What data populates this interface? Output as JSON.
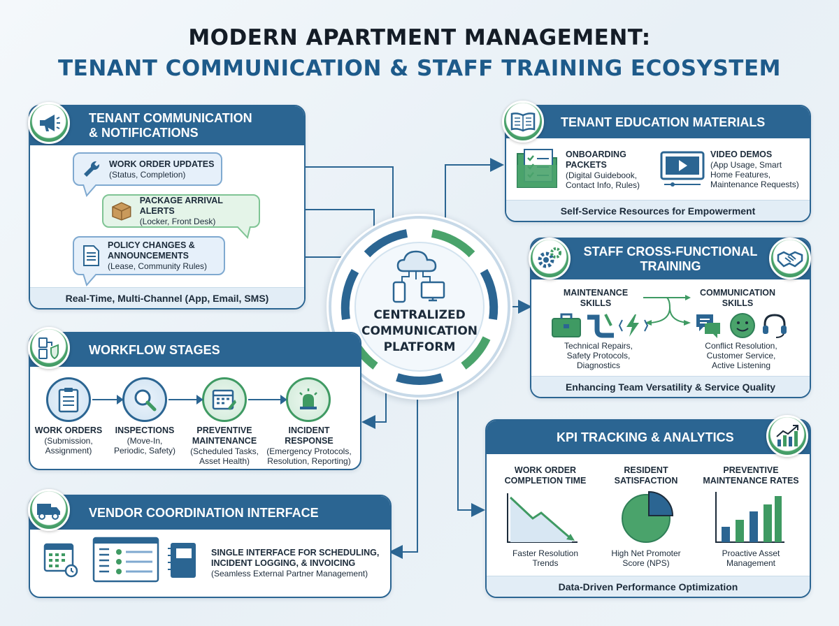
{
  "title": {
    "line1": "MODERN APARTMENT MANAGEMENT:",
    "line2": "TENANT COMMUNICATION & STAFF TRAINING ECOSYSTEM"
  },
  "center": {
    "line1": "CENTRALIZED",
    "line2": "COMMUNICATION",
    "line3": "PLATFORM",
    "icon": "cloud-devices-icon"
  },
  "tenant_comm": {
    "title_line1": "TENANT COMMUNICATION",
    "title_line2": "& NOTIFICATIONS",
    "icon": "megaphone-icon",
    "items": [
      {
        "label": "WORK ORDER UPDATES",
        "sub": "(Status, Completion)",
        "icon": "wrench-icon"
      },
      {
        "label": "PACKAGE ARRIVAL ALERTS",
        "sub": "(Locker, Front Desk)",
        "icon": "package-icon"
      },
      {
        "label_line1": "POLICY CHANGES &",
        "label_line2": "ANNOUNCEMENTS",
        "sub": "(Lease, Community Rules)",
        "icon": "document-icon"
      }
    ],
    "footer": "Real-Time, Multi-Channel (App, Email, SMS)"
  },
  "workflow": {
    "title": "WORKFLOW STAGES",
    "icon": "workflow-icon",
    "stages": [
      {
        "label_line1": "WORK ORDERS",
        "sub_line1": "(Submission,",
        "sub_line2": "Assignment)",
        "icon": "clipboard-icon"
      },
      {
        "label_line1": "INSPECTIONS",
        "sub_line1": "(Move-In,",
        "sub_line2": "Periodic, Safety)",
        "icon": "magnifier-icon"
      },
      {
        "label_line1": "PREVENTIVE",
        "label_line2": "MAINTENANCE",
        "sub_line1": "(Scheduled Tasks,",
        "sub_line2": "Asset Health)",
        "icon": "calendar-wrench-icon"
      },
      {
        "label_line1": "INCIDENT",
        "label_line2": "RESPONSE",
        "sub_line1": "(Emergency Protocols,",
        "sub_line2": "Resolution, Reporting)",
        "icon": "siren-icon"
      }
    ]
  },
  "vendor": {
    "title": "VENDOR COORDINATION INTERFACE",
    "icon": "truck-icon",
    "line1": "SINGLE INTERFACE FOR SCHEDULING,",
    "line2": "INCIDENT LOGGING, & INVOICING",
    "line3": "(Seamless External Partner Management)"
  },
  "education": {
    "title": "TENANT EDUCATION MATERIALS",
    "icon": "book-icon",
    "onboarding": {
      "label_line1": "ONBOARDING",
      "label_line2": "PACKETS",
      "sub_line1": "(Digital Guidebook,",
      "sub_line2": "Contact Info, Rules)"
    },
    "video": {
      "label": "VIDEO DEMOS",
      "sub_line1": "(App Usage, Smart",
      "sub_line2": "Home Features,",
      "sub_line3": "Maintenance Requests)"
    },
    "footer": "Self-Service Resources for Empowerment"
  },
  "training": {
    "title_line1": "STAFF CROSS-FUNCTIONAL",
    "title_line2": "TRAINING",
    "icon_left": "gears-icon",
    "icon_right": "handshake-icon",
    "maintenance": {
      "label_line1": "MAINTENANCE",
      "label_line2": "SKILLS",
      "sub_line1": "Technical Repairs,",
      "sub_line2": "Safety Protocols,",
      "sub_line3": "Diagnostics"
    },
    "communication": {
      "label_line1": "COMMUNICATION",
      "label_line2": "SKILLS",
      "sub_line1": "Conflict Resolution,",
      "sub_line2": "Customer Service,",
      "sub_line3": "Active Listening"
    },
    "footer": "Enhancing Team Versatility & Service Quality"
  },
  "kpi": {
    "title": "KPI TRACKING & ANALYTICS",
    "icon": "growth-chart-icon",
    "metrics": [
      {
        "label_line1": "WORK ORDER",
        "label_line2": "COMPLETION TIME",
        "sub_line1": "Faster Resolution",
        "sub_line2": "Trends"
      },
      {
        "label_line1": "RESIDENT",
        "label_line2": "SATISFACTION",
        "sub_line1": "High Net Promoter",
        "sub_line2": "Score (NPS)"
      },
      {
        "label_line1": "PREVENTIVE",
        "label_line2": "MAINTENANCE RATES",
        "sub_line1": "Proactive Asset",
        "sub_line2": "Management"
      }
    ],
    "footer": "Data-Driven Performance Optimization"
  },
  "colors": {
    "primary": "#2b6592",
    "accent_green": "#3f9a63",
    "light_blue": "#e2edf6"
  }
}
